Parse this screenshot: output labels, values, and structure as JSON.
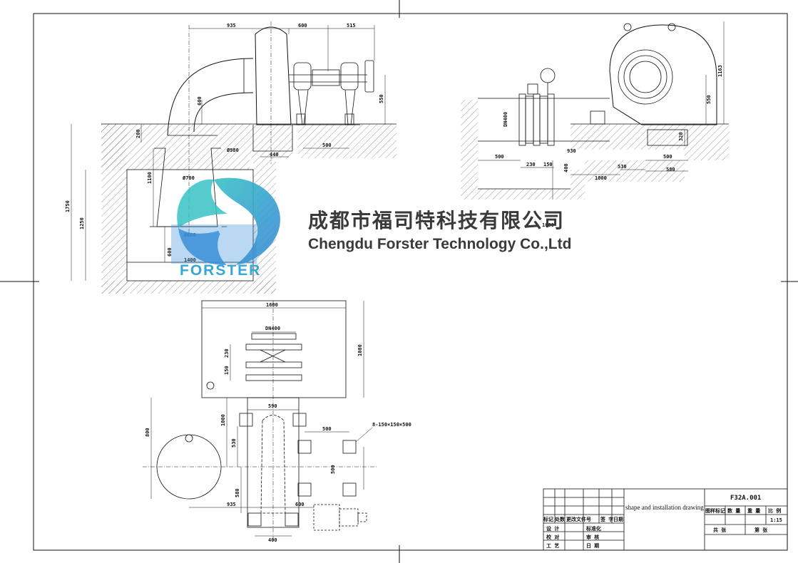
{
  "company": {
    "name_cn": "成都市福司特科技有限公司",
    "name_en": "Chengdu Forster Technology Co.,Ltd",
    "logo_text": "FORSTER"
  },
  "colors": {
    "line": "#111111",
    "logo_teal": "#35b9c9",
    "logo_blue": "#3a8fd8",
    "text_gray": "#3a3a3a"
  },
  "title_block": {
    "title": "shape and installation drawing",
    "drawing_no": "F32A.001",
    "scale": "1:15",
    "headers": [
      "图样标记",
      "数 量",
      "重 量",
      "比 例"
    ],
    "rev_headers": [
      "标记",
      "处数",
      "更改文件号",
      "签 字",
      "日期"
    ],
    "roles": [
      "设 计",
      "校 对",
      "工 艺"
    ],
    "roles2": [
      "标准化",
      "审 核",
      "日 期"
    ],
    "sheet_total": "共  张",
    "sheet_no": "第  张"
  },
  "dims_front": {
    "d935": "935",
    "d600": "600",
    "d515": "515",
    "d550": "550",
    "d600b": "600",
    "d200": "200",
    "d1100": "1100",
    "d1750": "1750",
    "d1250": "1250",
    "d600c": "600",
    "phi700": "Ø700",
    "phi980": "Ø980",
    "phi680": "Ø680",
    "d1400": "1400",
    "d440": "440",
    "d500": "500"
  },
  "dims_side": {
    "d1163": "1163",
    "d550": "550",
    "dn400": "DN400",
    "d320": "320",
    "d500a": "500",
    "d230": "230",
    "d150": "150",
    "d400": "400",
    "d1000": "1000",
    "d530": "530",
    "d580": "580",
    "d500b": "500",
    "d1080": "1080",
    "d930": "930"
  },
  "dims_plan": {
    "d1600": "1600",
    "dn400": "DN400",
    "d230": "230",
    "d150": "150",
    "d1080": "1080",
    "d590": "590",
    "d800": "800",
    "d1000": "1000",
    "d530": "530",
    "d580": "580",
    "d935": "935",
    "d600": "600",
    "d400": "400",
    "d500a": "500",
    "d500b": "500",
    "bolt": "8-150×150×500"
  }
}
